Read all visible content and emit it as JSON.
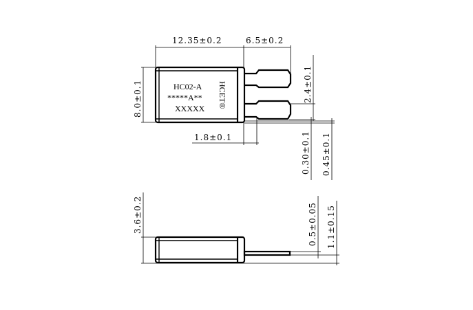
{
  "drawing": {
    "part_marking": {
      "line1": "HC02-A",
      "line2": "*****A**",
      "line3": "XXXXX",
      "brand": "HCET®"
    },
    "top_view": {
      "dimensions": {
        "body_length": "12.35±0.2",
        "terminal_length": "6.5±0.2",
        "body_height": "8.0±0.1",
        "terminal_pitch": "2.4±0.1",
        "terminal_neck": "1.8±0.1",
        "dim_030": "0.30±0.1",
        "dim_045": "0.45±0.1"
      }
    },
    "side_view": {
      "dimensions": {
        "thickness": "3.6±0.2",
        "terminal_thickness": "0.5±0.05",
        "terminal_offset": "1.1±0.15"
      }
    }
  }
}
